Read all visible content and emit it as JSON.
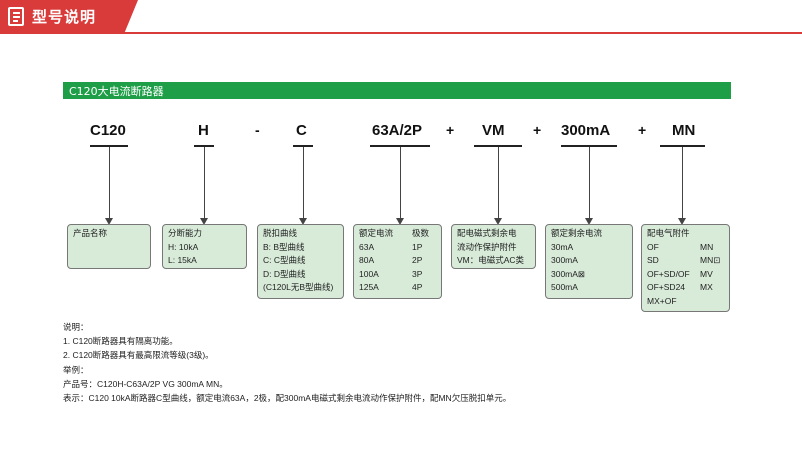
{
  "header": {
    "title": "型号说明"
  },
  "section": {
    "title": "C120大电流断路器"
  },
  "model_code": {
    "parts": [
      "C120",
      "H",
      "-",
      "C",
      "63A/2P",
      "+",
      "VM",
      "+",
      "300mA",
      "+",
      "MN"
    ]
  },
  "boxes": {
    "product": {
      "title": "产品名称"
    },
    "breaking": {
      "title": "分断能力",
      "lines": [
        "H: 10kA",
        "L: 15kA"
      ]
    },
    "curve": {
      "title": "脱扣曲线",
      "lines": [
        "B: B型曲线",
        "C: C型曲线",
        "D: D型曲线",
        "(C120L无B型曲线)"
      ]
    },
    "current": {
      "header": [
        "额定电流",
        "极数"
      ],
      "rows": [
        [
          "63A",
          "1P"
        ],
        [
          "80A",
          "2P"
        ],
        [
          "100A",
          "3P"
        ],
        [
          "125A",
          "4P"
        ]
      ]
    },
    "rcd": {
      "lines": [
        "配电磁式剩余电",
        "流动作保护附件",
        "VM：电磁式AC类"
      ]
    },
    "residual": {
      "title": "额定剩余电流",
      "lines": [
        "30mA",
        "300mA",
        "300mA⊠",
        "500mA"
      ]
    },
    "accessory": {
      "title": "配电气附件",
      "rows": [
        [
          "OF",
          "MN"
        ],
        [
          "SD",
          "MN⊡"
        ],
        [
          "OF+SD/OF",
          "MV"
        ],
        [
          "OF+SD24",
          "MX"
        ],
        [
          "MX+OF",
          ""
        ]
      ]
    }
  },
  "notes": [
    "说明：",
    "1. C120断路器具有隔离功能。",
    "2. C120断路器具有最高限流等级(3级)。",
    "举例：",
    "产品号：C120H-C63A/2P VG 300mA MN。",
    "表示：C120 10kA断路器C型曲线，额定电流63A，2极，配300mA电磁式剩余电流动作保护附件，配MN欠压脱扣单元。"
  ]
}
